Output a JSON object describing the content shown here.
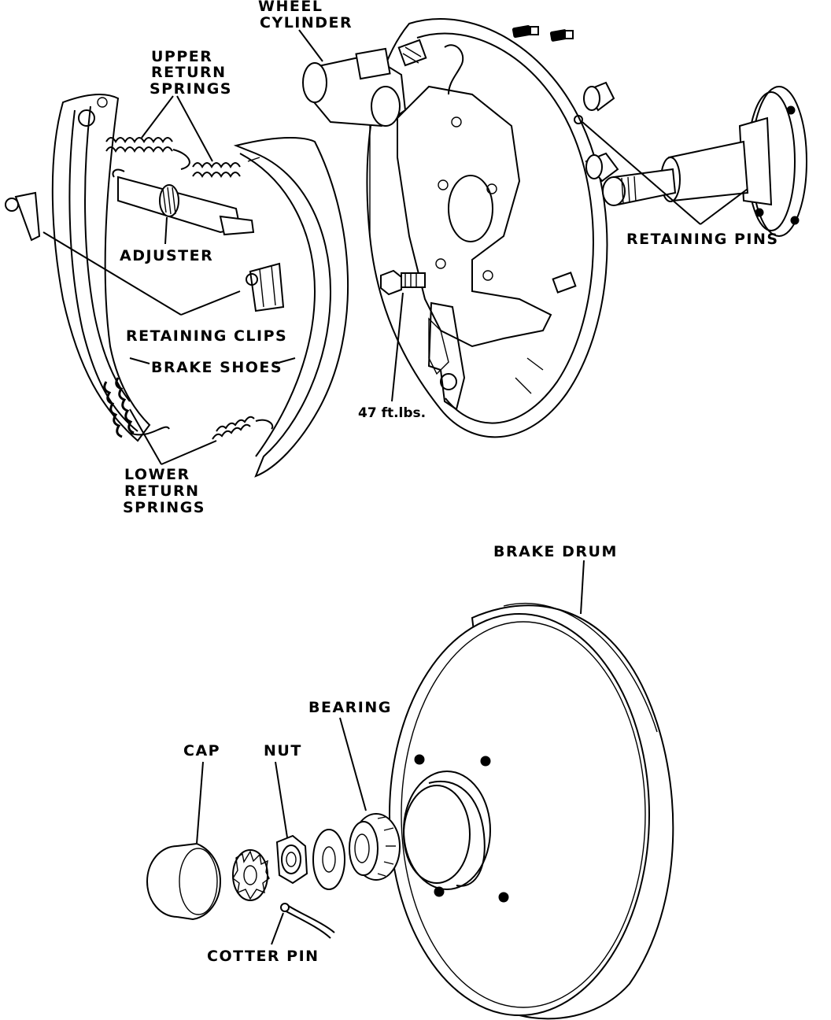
{
  "labels": {
    "wheel_cylinder": [
      "WHEEL",
      "CYLINDER"
    ],
    "upper_return_springs": [
      "UPPER",
      "RETURN",
      "SPRINGS"
    ],
    "adjuster": "ADJUSTER",
    "retaining_clips": "RETAINING CLIPS",
    "brake_shoes": "BRAKE SHOES",
    "lower_return_springs": [
      "LOWER",
      "RETURN",
      "SPRINGS"
    ],
    "retaining_pins": "RETAINING PINS",
    "torque": "47 ft.lbs.",
    "brake_drum": "BRAKE DRUM",
    "bearing": "BEARING",
    "cap": "CAP",
    "nut": "NUT",
    "cotter_pin": "COTTER PIN"
  }
}
